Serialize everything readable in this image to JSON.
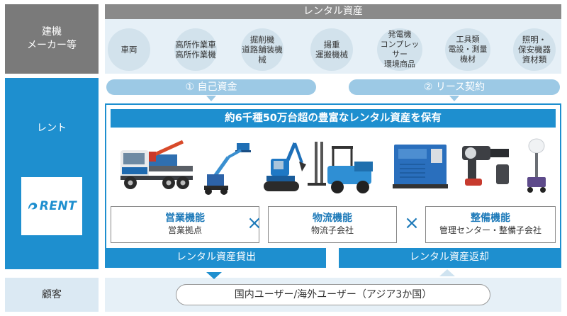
{
  "left": {
    "makers": "建機\nメーカー等",
    "rent": "レント",
    "customer": "顧客"
  },
  "logo": {
    "text": "RENT"
  },
  "rental_assets": {
    "header": "レンタル資産",
    "categories": [
      "車両",
      "高所作業車\n高所作業機",
      "掘削機\n道路舗装機械",
      "揚重\n運搬機械",
      "発電機\nコンプレッサー\n環境商品",
      "工具類\n電設・測量機材",
      "照明・\n保安機器\n資材類"
    ]
  },
  "funding": {
    "own": "① 自己資金",
    "lease": "② リース契約"
  },
  "main": {
    "banner": "約6千種50万台超の豊富なレンタル資産を保有",
    "functions": [
      {
        "title": "営業機能",
        "sub": "営業拠点"
      },
      {
        "title": "物流機能",
        "sub": "物流子会社"
      },
      {
        "title": "整備機能",
        "sub": "管理センター・整備子会社"
      }
    ],
    "times": "×",
    "lend": "レンタル資産貸出",
    "return": "レンタル資産返却"
  },
  "customer": {
    "users": "国内ユーザー/海外ユーザー（アジア3か国）"
  },
  "colors": {
    "primary_blue": "#1e8fcf",
    "light_blue": "#9cc9e5",
    "gray_header": "#8a8a8a",
    "band": "#e6f0f7"
  }
}
